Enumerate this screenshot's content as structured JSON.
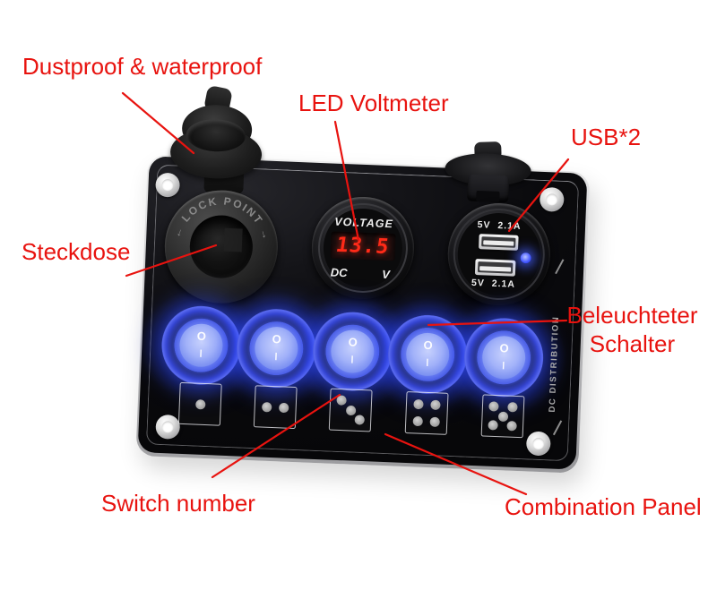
{
  "annotations": {
    "dustproof": "Dustproof & waterproof",
    "led_voltmeter": "LED Voltmeter",
    "usb_count": "USB*2",
    "steckdose": "Steckdose",
    "beleuchteter_line1": "Beleuchteter",
    "beleuchteter_line2": "Schalter",
    "switch_number": "Switch number",
    "combination_panel": "Combination Panel"
  },
  "panel": {
    "socket_ring_text": "← LOCK POINT →",
    "voltmeter": {
      "title": "VOLTAGE",
      "value": "13.5",
      "mode_label": "DC",
      "unit_label": "V"
    },
    "usb": {
      "top_rating": "5V 2.1A",
      "bottom_rating": "5V 2.1A"
    },
    "switch_marks": {
      "off": "O",
      "on": "I"
    },
    "dice_counts": [
      1,
      2,
      3,
      4,
      5
    ],
    "side_text": "DC DISTRIBUTION"
  },
  "colors": {
    "annotation_red": "#e8130f",
    "switch_glow_blue": "#2b46ff",
    "digit_red": "#ff2a18",
    "led_blue": "#4256ff"
  }
}
